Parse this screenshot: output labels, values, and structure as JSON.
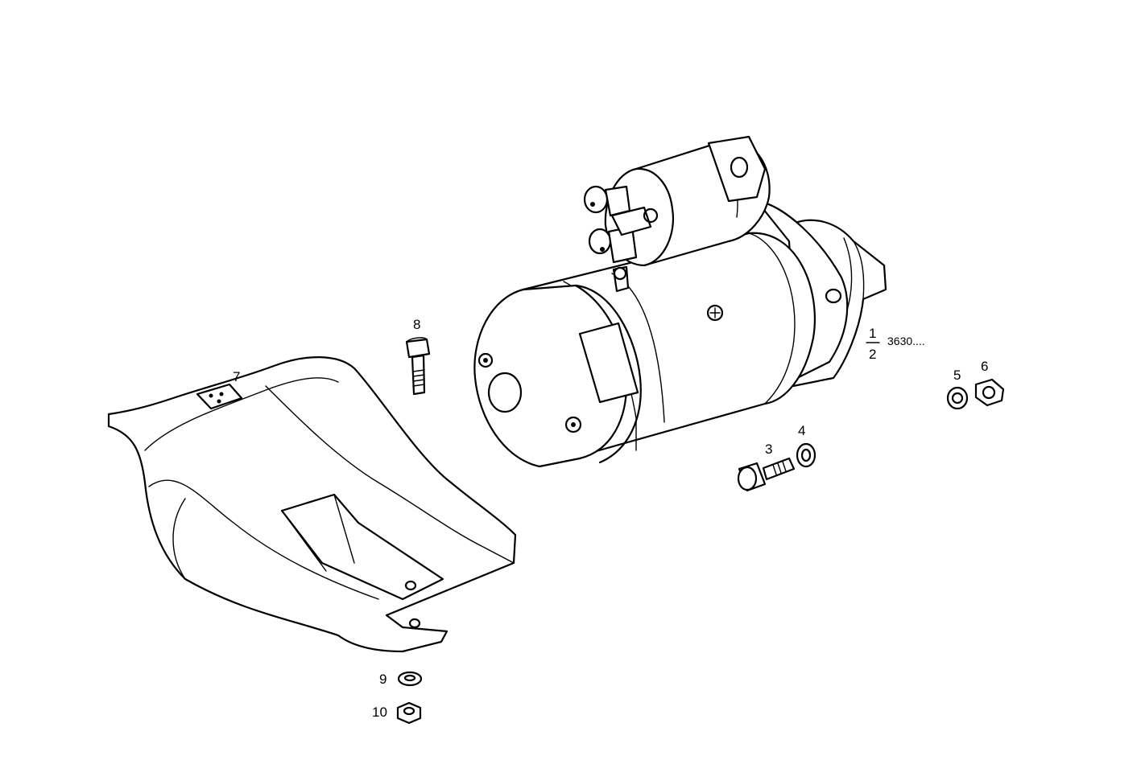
{
  "callouts": {
    "c1": "1",
    "c2": "2",
    "c3": "3",
    "c4": "4",
    "c5": "5",
    "c6": "6",
    "c7": "7",
    "c8": "8",
    "c9": "9",
    "c10": "10"
  },
  "part_ref": "3630....",
  "colors": {
    "ink": "#000000",
    "paper": "#ffffff"
  }
}
